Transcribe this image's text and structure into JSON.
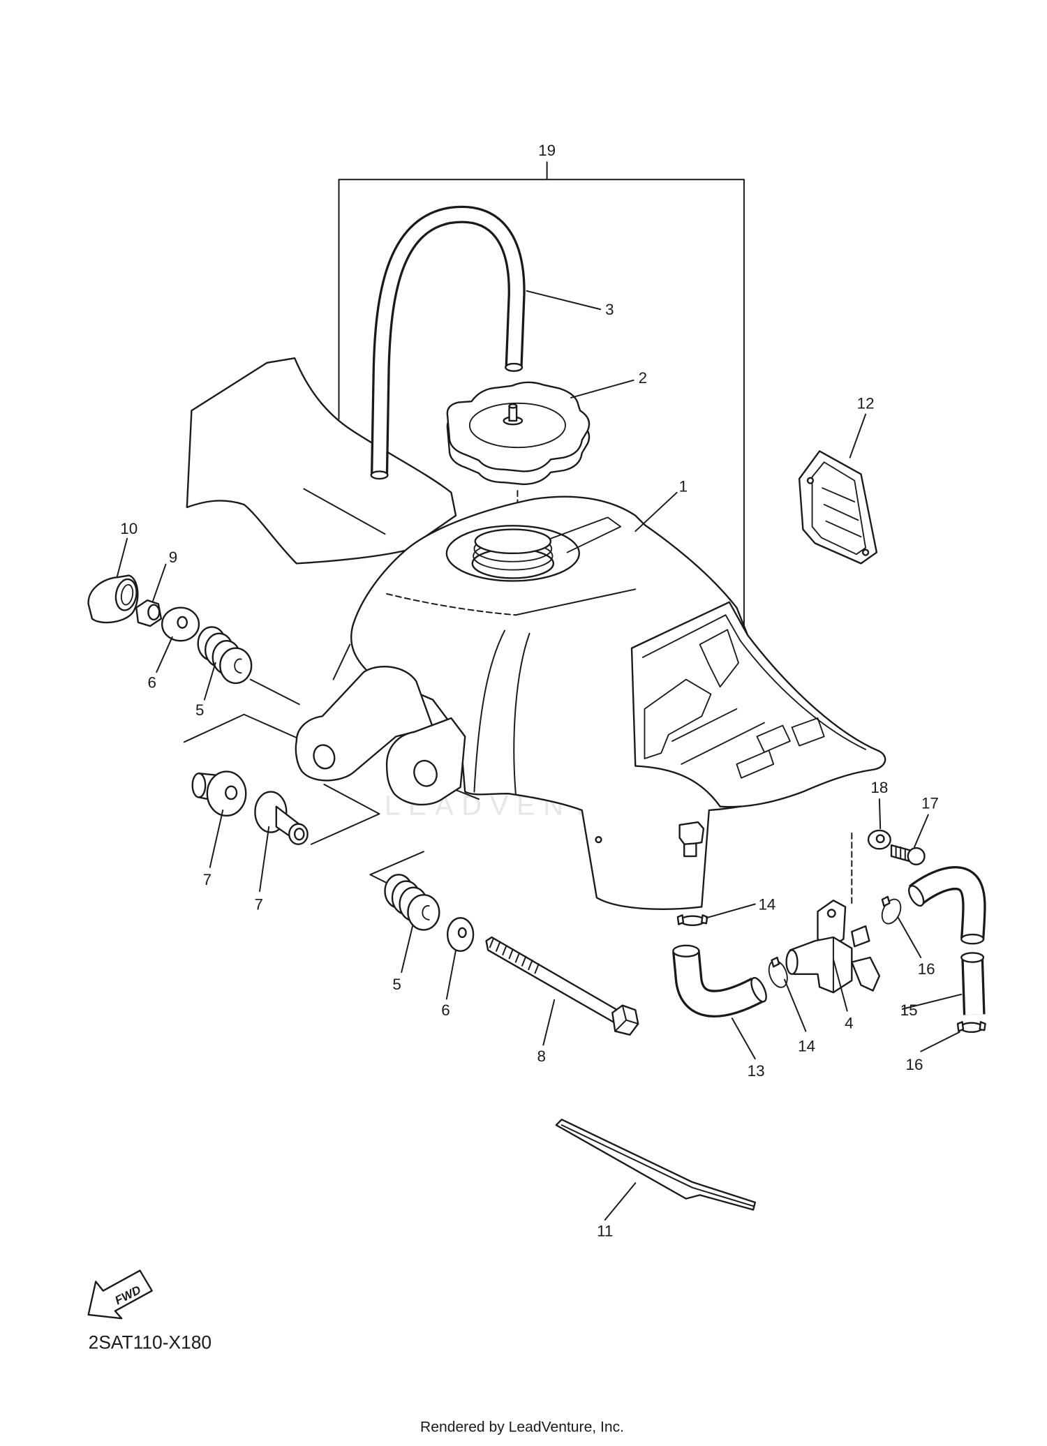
{
  "callouts": [
    "19",
    "3",
    "2",
    "12",
    "1",
    "10",
    "9",
    "6",
    "5",
    "7",
    "7",
    "18",
    "17",
    "14",
    "16",
    "5",
    "6",
    "15",
    "4",
    "14",
    "8",
    "13",
    "16",
    "11"
  ],
  "fwd_label": "FWD",
  "diagram_code": "2SAT110-X180",
  "footer": "Rendered by LeadVenture, Inc.",
  "watermark": "LEADVENTURE"
}
